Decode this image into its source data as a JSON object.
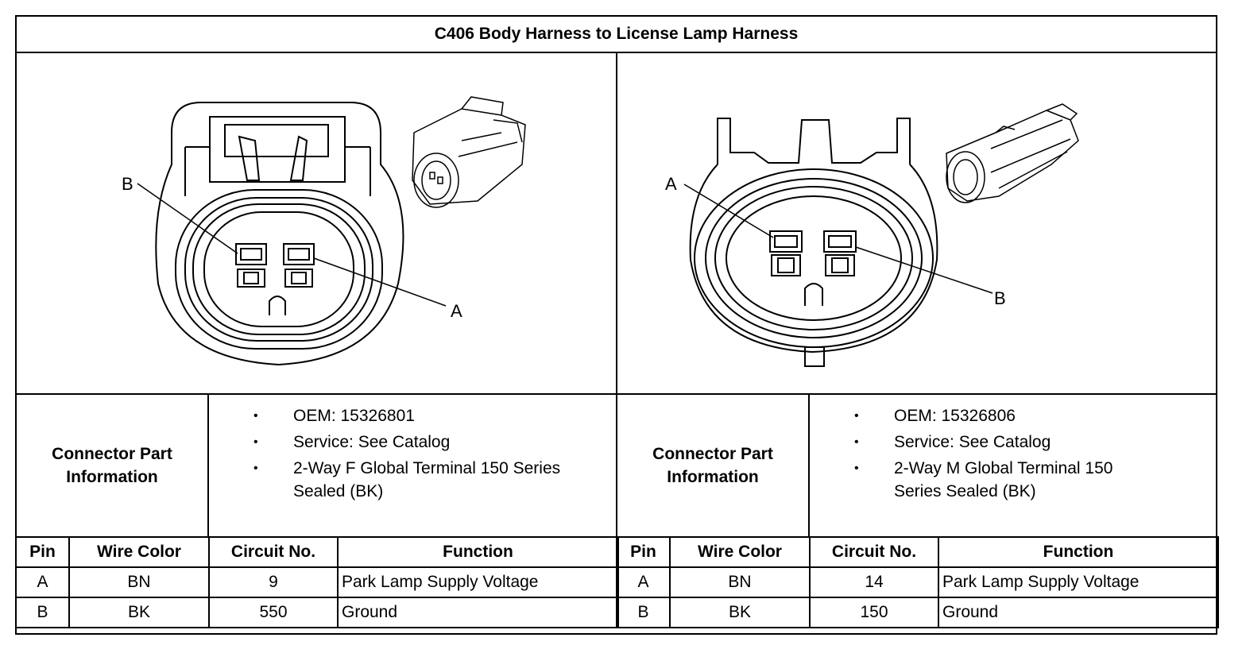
{
  "title": "C406 Body Harness to License Lamp Harness",
  "left": {
    "callouts": {
      "upper": "B",
      "lower": "A"
    },
    "info_label_line1": "Connector Part",
    "info_label_line2": "Information",
    "info_items": [
      "OEM: 15326801",
      "Service: See Catalog",
      "2-Way F Global Terminal 150 Series Sealed (BK)"
    ],
    "table": {
      "headers": [
        "Pin",
        "Wire Color",
        "Circuit No.",
        "Function"
      ],
      "rows": [
        [
          "A",
          "BN",
          "9",
          "Park Lamp Supply Voltage"
        ],
        [
          "B",
          "BK",
          "550",
          "Ground"
        ]
      ]
    }
  },
  "right": {
    "callouts": {
      "upper": "A",
      "lower": "B"
    },
    "info_label_line1": "Connector Part",
    "info_label_line2": "Information",
    "info_items": [
      "OEM: 15326806",
      "Service: See Catalog",
      "2-Way M Global Terminal 150 Series Sealed (BK)"
    ],
    "table": {
      "headers": [
        "Pin",
        "Wire Color",
        "Circuit No.",
        "Function"
      ],
      "rows": [
        [
          "A",
          "BN",
          "14",
          "Park Lamp Supply Voltage"
        ],
        [
          "B",
          "BK",
          "150",
          "Ground"
        ]
      ]
    }
  },
  "bullet_glyph": "•"
}
